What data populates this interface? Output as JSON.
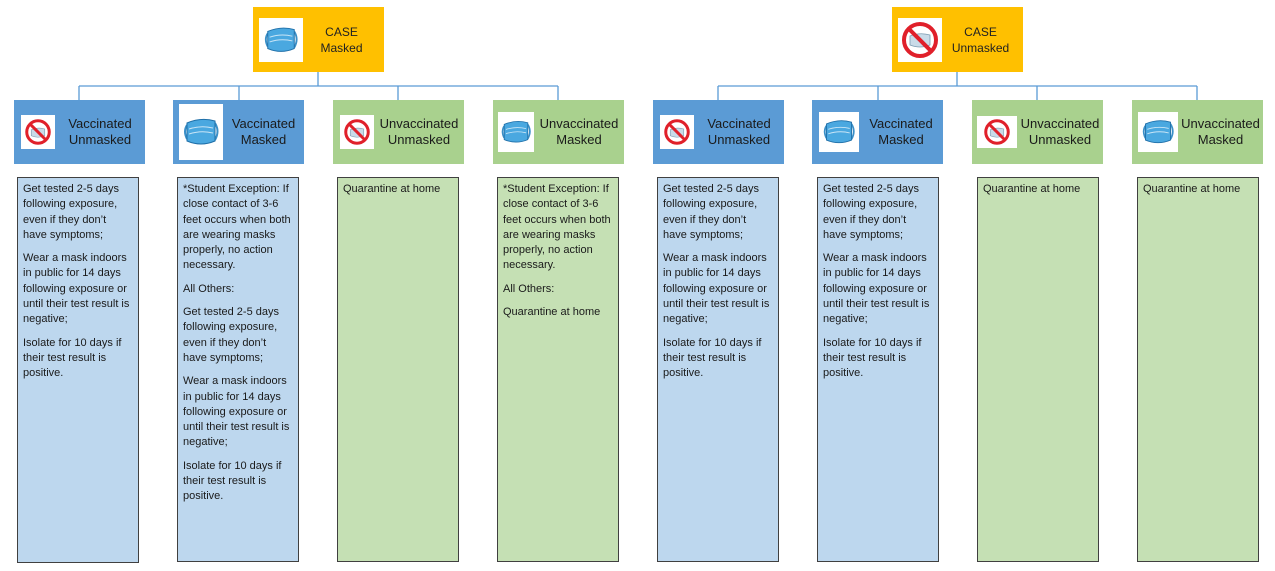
{
  "cases": [
    {
      "id": "masked",
      "line1": "CASE",
      "line2": "Masked",
      "icon": "face-mask-icon",
      "columns": [
        {
          "group": "Vaccinated",
          "status": "Unmasked",
          "icon": "no-mask-icon",
          "color": "blue",
          "paragraphs": [
            "Get tested 2-5 days following exposure, even if they don’t have symptoms;",
            "Wear a mask indoors in public for 14 days following exposure or until their test result is negative;",
            "Isolate for 10 days if their test result is positive."
          ]
        },
        {
          "group": "Vaccinated",
          "status": "Masked",
          "icon": "face-mask-icon",
          "color": "blue",
          "paragraphs": [
            "*Student Exception: If close contact of 3-6 feet occurs when both are wearing masks properly, no action necessary.",
            "All Others:",
            "Get tested 2-5 days following exposure, even if they don’t have symptoms;",
            "Wear a mask indoors in public for 14 days following exposure or until their test result is negative;",
            "Isolate for 10 days if their test result is positive."
          ]
        },
        {
          "group": "Unvaccinated",
          "status": "Unmasked",
          "icon": "no-mask-icon",
          "color": "green",
          "paragraphs": [
            "Quarantine at home"
          ]
        },
        {
          "group": "Unvaccinated",
          "status": "Masked",
          "icon": "face-mask-icon",
          "color": "green",
          "paragraphs": [
            "*Student Exception: If close contact of 3-6 feet occurs when both are wearing masks properly, no action necessary.",
            "All Others:",
            "Quarantine at home"
          ]
        }
      ]
    },
    {
      "id": "unmasked",
      "line1": "CASE",
      "line2": "Unmasked",
      "icon": "no-mask-icon",
      "columns": [
        {
          "group": "Vaccinated",
          "status": "Unmasked",
          "icon": "no-mask-icon",
          "color": "blue",
          "paragraphs": [
            "Get tested 2-5 days following exposure, even if they don’t have symptoms;",
            "Wear a mask indoors in public for 14 days following exposure or until their test result is negative;",
            "Isolate for 10 days if their test result is positive."
          ]
        },
        {
          "group": "Vaccinated",
          "status": "Masked",
          "icon": "face-mask-icon",
          "color": "blue",
          "paragraphs": [
            "Get tested 2-5 days following exposure, even if they don’t have symptoms;",
            "Wear a mask indoors in public for 14 days following exposure or until their test result is negative;",
            "Isolate for 10 days if their test result is positive."
          ]
        },
        {
          "group": "Unvaccinated",
          "status": "Unmasked",
          "icon": "no-mask-icon",
          "color": "green",
          "paragraphs": [
            "Quarantine at home"
          ]
        },
        {
          "group": "Unvaccinated",
          "status": "Masked",
          "icon": "face-mask-icon",
          "color": "green",
          "paragraphs": [
            "Quarantine at home"
          ]
        }
      ]
    }
  ],
  "colors": {
    "case_fill": "#ffc000",
    "vaccinated_header": "#5b9bd5",
    "vaccinated_body": "#bdd7ee",
    "unvaccinated_header": "#a9d18e",
    "unvaccinated_body": "#c5e0b4",
    "connector": "#5b9bd5"
  }
}
